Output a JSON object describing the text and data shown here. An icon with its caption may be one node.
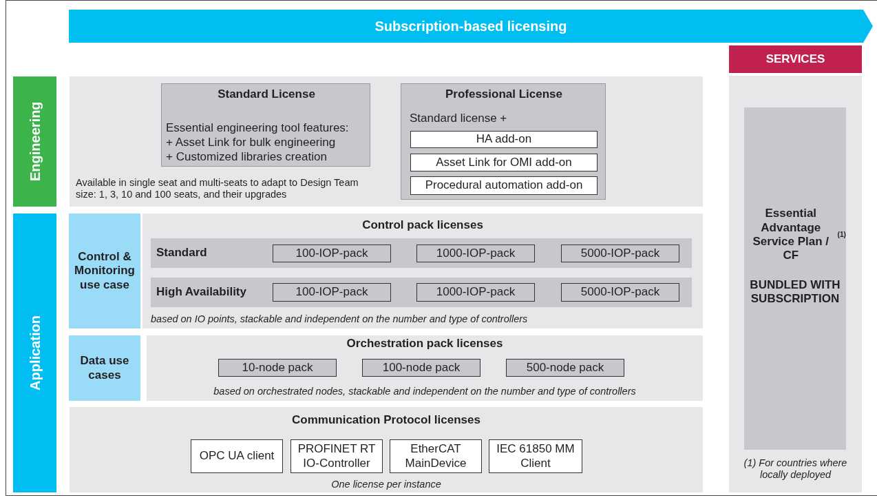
{
  "diagram": {
    "nodes": [
      {
        "text": [
          "Subscription-based licensing"
        ]
      },
      {
        "text": [
          "SERVICES"
        ]
      },
      {
        "text": [
          "Engineering"
        ]
      },
      {
        "text": [
          "Available in single seat and multi-seats to adapt to Design Team size: 1, 3, 10 and 100 seats, and their upgrades"
        ]
      },
      {
        "text": [
          "Standard License",
          "Essential engineering tool features:",
          "+ Asset Link for bulk engineering",
          "+ Customized libraries creation"
        ],
        "in": 3
      },
      {
        "text": [
          "Professional License",
          "Standard license +"
        ],
        "in": 3
      },
      {
        "text": [
          "HA add-on"
        ],
        "in": 5
      },
      {
        "text": [
          "Asset Link for OMI add-on"
        ],
        "in": 5
      },
      {
        "text": [
          "Procedural automation add-on"
        ],
        "in": 5
      },
      {
        "text": [
          "(1) For countries where locally deployed"
        ]
      },
      {
        "text": [
          "Essential Advantage Service Plan / CF$^{(1)}$",
          "BUNDLED WITH SUBSCRIPTION"
        ],
        "in": 9
      },
      {
        "text": [
          "Application"
        ]
      },
      {
        "text": [
          "Control & Monitoring use case"
        ]
      },
      {
        "text": [
          "Control pack licenses",
          "based on IO points, stackable and independent on the number and type of controllers"
        ]
      },
      {
        "text": [
          "Standard"
        ],
        "in": 13
      },
      {
        "text": [
          "100-IOP-pack"
        ],
        "in": 14
      },
      {
        "text": [
          "1000-IOP-pack"
        ],
        "in": 14
      },
      {
        "text": [
          "5000-IOP-pack"
        ],
        "in": 14
      },
      {
        "text": [
          "High Availability"
        ],
        "in": 13
      },
      {
        "text": [
          "100-IOP-pack"
        ],
        "in": 18
      },
      {
        "text": [
          "1000-IOP-pack"
        ],
        "in": 18
      },
      {
        "text": [
          "5000-IOP-pack"
        ],
        "in": 18
      },
      {
        "text": [
          "Data use cases"
        ]
      },
      {
        "text": [
          "Orchestration pack licenses",
          "based on orchestrated nodes, stackable and independent on the number and type of controllers"
        ]
      },
      {
        "text": [
          "10-node pack"
        ],
        "in": 23
      },
      {
        "text": [
          "100-node pack"
        ],
        "in": 23
      },
      {
        "text": [
          "500-node pack"
        ],
        "in": 23
      },
      {
        "text": [
          "Communication Protocol licenses",
          "One license per instance"
        ]
      },
      {
        "text": [
          "OPC UA client"
        ],
        "in": 27
      },
      {
        "text": [
          "PROFINET RT IO-Controller"
        ],
        "in": 27
      },
      {
        "text": [
          "EtherCAT MainDevice"
        ],
        "in": 27
      },
      {
        "text": [
          "IEC 61850 MM Client"
        ],
        "in": 27
      }
    ]
  }
}
